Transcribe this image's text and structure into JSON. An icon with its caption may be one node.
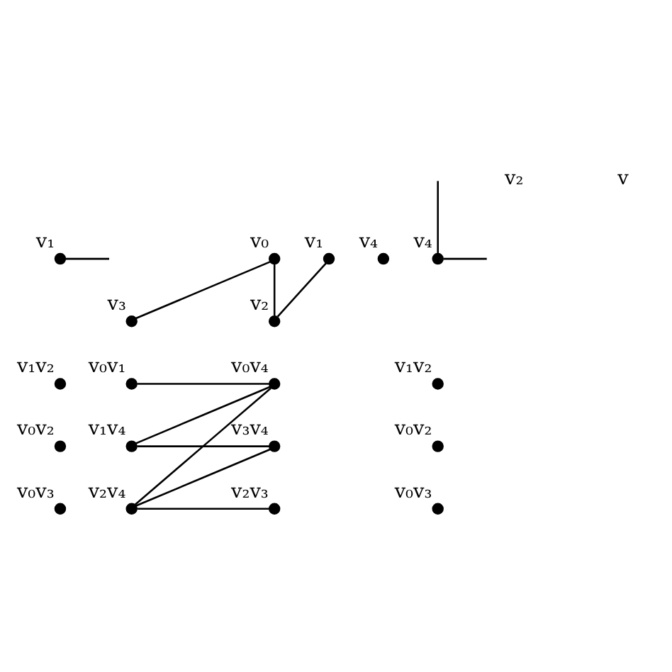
{
  "diagram": {
    "nodes": [
      {
        "text": [],
        "shape": "circle",
        "beside": [
          "v₁"
        ]
      },
      {
        "text": [],
        "shape": "circle",
        "beside": [
          "v₀"
        ]
      },
      {
        "text": [],
        "shape": "circle",
        "beside": [
          "v₄"
        ]
      },
      {
        "text": [],
        "shape": "circle",
        "beside": [
          "v₁"
        ]
      },
      {
        "text": [],
        "shape": "circle",
        "beside": [
          "v₃"
        ]
      },
      {
        "text": [],
        "shape": "circle",
        "beside": [
          "v₂"
        ]
      },
      {
        "text": [],
        "shape": "circle",
        "beside": [
          "v₄"
        ]
      },
      {
        "text": [],
        "shape": "circle",
        "beside": [
          "v₁v₂"
        ]
      },
      {
        "text": [],
        "shape": "circle",
        "beside": [
          "v₀v₂"
        ]
      },
      {
        "text": [],
        "shape": "circle",
        "beside": [
          "v₀v₃"
        ]
      },
      {
        "text": [],
        "shape": "circle",
        "beside": [
          "v₀v₁"
        ]
      },
      {
        "text": [],
        "shape": "circle",
        "beside": [
          "v₁v₄"
        ]
      },
      {
        "text": [],
        "shape": "circle",
        "beside": [
          "v₂v₄"
        ]
      },
      {
        "text": [],
        "shape": "circle",
        "beside": [
          "v₂v₃"
        ]
      },
      {
        "text": [],
        "shape": "circle",
        "beside": [
          "v₃v₄"
        ]
      },
      {
        "text": [],
        "shape": "circle",
        "beside": [
          "v₀v₄"
        ]
      },
      {
        "text": [],
        "shape": "circle",
        "beside": [
          "v₁v₂"
        ]
      },
      {
        "text": [],
        "shape": "circle",
        "beside": [
          "v₀v₂"
        ]
      },
      {
        "text": [],
        "shape": "circle",
        "beside": [
          "v₀v₃"
        ]
      }
    ],
    "edges": [
      {
        "from": 0,
        "to": null,
        "arrow": "none"
      },
      {
        "from": 1,
        "to": 4,
        "arrow": "none"
      },
      {
        "from": 1,
        "to": 5,
        "arrow": "none"
      },
      {
        "from": 5,
        "to": 3,
        "arrow": "none"
      },
      {
        "from": 6,
        "to": null,
        "arrow": "none"
      },
      {
        "from": 6,
        "to": null,
        "arrow": "none"
      },
      {
        "from": 10,
        "to": 15,
        "arrow": "none"
      },
      {
        "from": 11,
        "to": 14,
        "arrow": "none"
      },
      {
        "from": 11,
        "to": 15,
        "arrow": "none"
      },
      {
        "from": 12,
        "to": 13,
        "arrow": "none"
      },
      {
        "from": 12,
        "to": 14,
        "arrow": "none"
      },
      {
        "from": 12,
        "to": 15,
        "arrow": "none"
      }
    ],
    "labels": [
      "v₂",
      "v"
    ]
  }
}
